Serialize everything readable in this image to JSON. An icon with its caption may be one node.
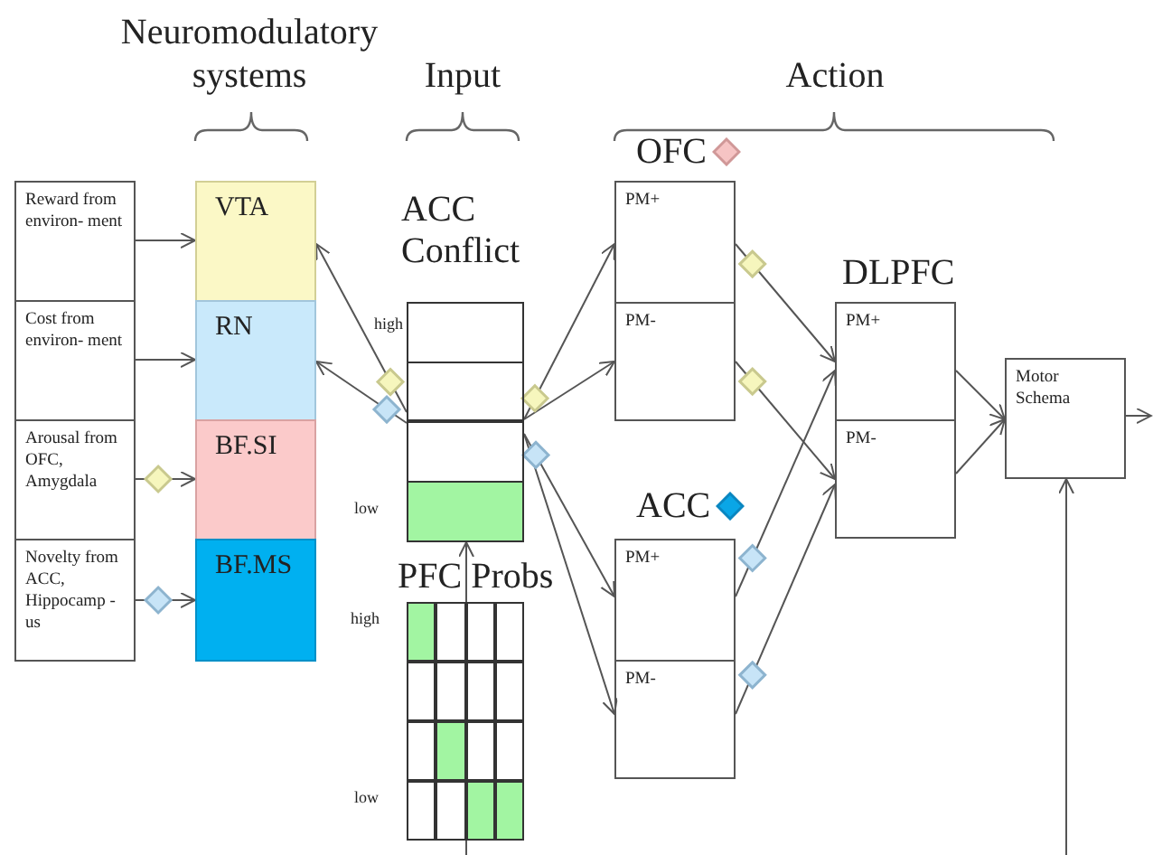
{
  "diagram": {
    "nodes": [
      {
        "text": [
          "Reward from environ- ment"
        ]
      },
      {
        "text": [
          "Cost from environ- ment"
        ]
      },
      {
        "text": [
          "Arousal from OFC, Amygdala"
        ]
      },
      {
        "text": [
          "Novelty from ACC, Hippocamp -us"
        ]
      },
      {
        "text": [
          "VTA"
        ]
      },
      {
        "text": [
          "RN"
        ]
      },
      {
        "text": [
          "BF.SI"
        ]
      },
      {
        "text": [
          "BF.MS"
        ]
      },
      {
        "text": [
          "ACC Conflict"
        ]
      },
      {
        "text": [
          "PFC Probs"
        ]
      },
      {
        "text": [
          "PM+"
        ]
      },
      {
        "text": [
          "PM-"
        ]
      },
      {
        "text": [
          "PM+"
        ]
      },
      {
        "text": [
          "PM-"
        ]
      },
      {
        "text": [
          "PM+"
        ]
      },
      {
        "text": [
          "PM-"
        ]
      },
      {
        "text": [
          "Motor Schema"
        ]
      }
    ],
    "edges": [
      {
        "from": 0,
        "to": 4,
        "arrow": "to"
      },
      {
        "from": 1,
        "to": 5,
        "arrow": "to"
      },
      {
        "from": 2,
        "to": 6,
        "arrow": "to"
      },
      {
        "from": 3,
        "to": 7,
        "arrow": "to"
      },
      {
        "from": 8,
        "to": 4,
        "arrow": "to"
      },
      {
        "from": 8,
        "to": 5,
        "arrow": "to"
      },
      {
        "from": 8,
        "to": 10,
        "arrow": "to"
      },
      {
        "from": 8,
        "to": 11,
        "arrow": "to"
      },
      {
        "from": 8,
        "to": 14,
        "arrow": "to"
      },
      {
        "from": 8,
        "to": 15,
        "arrow": "to"
      },
      {
        "from": 10,
        "to": 12,
        "arrow": "to"
      },
      {
        "from": 11,
        "to": 13,
        "arrow": "to"
      },
      {
        "from": 14,
        "to": 12,
        "arrow": "to"
      },
      {
        "from": 15,
        "to": 13,
        "arrow": "to"
      },
      {
        "from": 12,
        "to": 16,
        "arrow": "to"
      },
      {
        "from": 13,
        "to": 16,
        "arrow": "to"
      },
      {
        "from": 16,
        "to": null,
        "arrow": "to"
      },
      {
        "from": null,
        "to": 16,
        "arrow": "to"
      },
      {
        "from": 9,
        "to": 8,
        "arrow": "to"
      }
    ],
    "labels": [
      "Neuromodulatory systems",
      "Input",
      "Action",
      "OFC",
      "DLPFC",
      "high",
      "low",
      "ACC",
      "high",
      "low"
    ]
  }
}
